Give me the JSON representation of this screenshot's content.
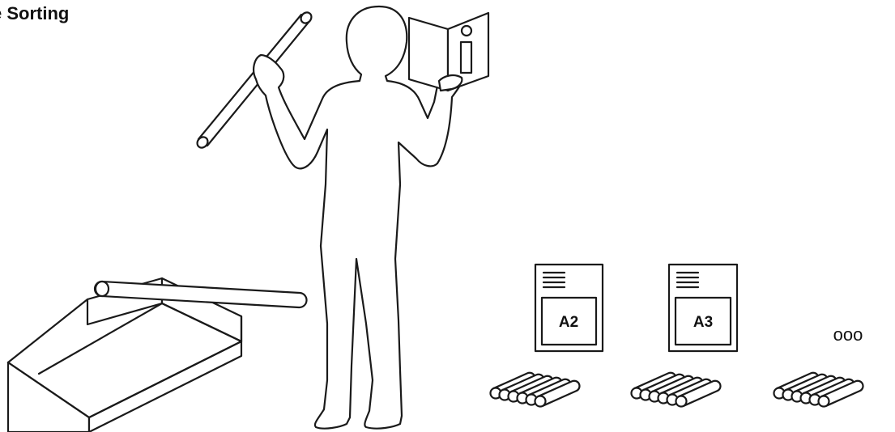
{
  "title": "e Sorting",
  "sheets": [
    {
      "label": "A2"
    },
    {
      "label": "A3"
    }
  ],
  "more_indicator": "ooo",
  "colors": {
    "stroke": "#1a1a1a",
    "background": "#ffffff"
  }
}
